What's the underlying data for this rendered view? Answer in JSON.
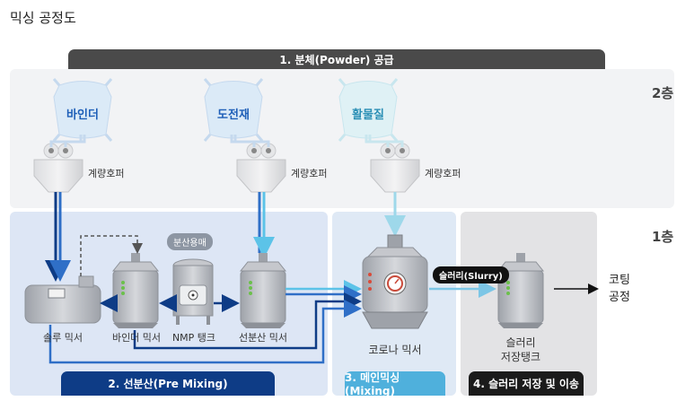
{
  "title": "믹싱 공정도",
  "floors": {
    "upper": "2층",
    "lower": "1층"
  },
  "supply_banner": "1. 분체(Powder) 공급",
  "powders": [
    {
      "name": "바인더",
      "hopper": "계량호퍼"
    },
    {
      "name": "도전재",
      "hopper": "계량호퍼"
    },
    {
      "name": "활물질",
      "hopper": "계량호퍼"
    }
  ],
  "equipment": {
    "solution_mixer": "솔루 믹서",
    "binder_mixer": "바인더 믹서",
    "nmp_tank": "NMP 탱크",
    "predispersion_mixer": "선분산 믹서",
    "corona_mixer": "코로나 믹서",
    "slurry_tank_line1": "슬러리",
    "slurry_tank_line2": "저장탱크",
    "solvent_pill": "분산용매",
    "slurry_pill": "슬러리(Slurry)",
    "coating_line1": "코팅",
    "coating_line2": "공정"
  },
  "stages": {
    "pre_mixing": "2. 선분산(Pre Mixing)",
    "main_mixing": "3. 메인믹싱(Mixing)",
    "storage": "4. 슬러리 저장 및 이송"
  },
  "colors": {
    "dark_blue": "#0e3c86",
    "mid_blue": "#2f6fc7",
    "light_blue": "#5cc3e8",
    "pale_blue": "#9ed8ea",
    "machine_gray": "#b9bcc2"
  }
}
